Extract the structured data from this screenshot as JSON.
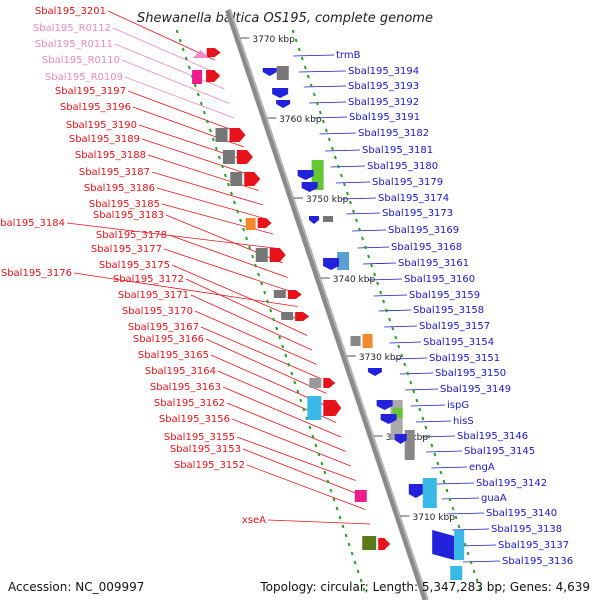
{
  "title": "Shewanella baltica OS195, complete genome",
  "footer": {
    "accession": "Accession: NC_009997",
    "summary": "Topology: circular; Length: 5,347,283 bp; Genes: 4,639"
  },
  "colors": {
    "left_label": "#e8131a",
    "left_label_rna": "#ef88c5",
    "right_label": "#1818c8",
    "backbone": "#8a8a8a",
    "tick": "#2aa02a"
  },
  "ticks": [
    "3770 kbp",
    "3760 kbp",
    "3750 kbp",
    "3740 kbp",
    "3730 kbp",
    "3720 kbp",
    "3710 kbp"
  ],
  "left_labels": [
    {
      "text": "Sbal195_3201",
      "rna": false
    },
    {
      "text": "Sbal195_R0112",
      "rna": true
    },
    {
      "text": "Sbal195_R0111",
      "rna": true
    },
    {
      "text": "Sbal195_R0110",
      "rna": true
    },
    {
      "text": "Sbal195_R0109",
      "rna": true
    },
    {
      "text": "Sbal195_3197",
      "rna": false
    },
    {
      "text": "Sbal195_3196",
      "rna": false
    },
    {
      "text": "Sbal195_3190",
      "rna": false
    },
    {
      "text": "Sbal195_3189",
      "rna": false
    },
    {
      "text": "Sbal195_3188",
      "rna": false
    },
    {
      "text": "Sbal195_3187",
      "rna": false
    },
    {
      "text": "Sbal195_3186",
      "rna": false
    },
    {
      "text": "Sbal195_3185",
      "rna": false
    },
    {
      "text": "Sbal195_3184",
      "rna": false
    },
    {
      "text": "Sbal195_3183",
      "rna": false
    },
    {
      "text": "Sbal195_3178",
      "rna": false
    },
    {
      "text": "Sbal195_3177",
      "rna": false
    },
    {
      "text": "Sbal195_3176",
      "rna": false
    },
    {
      "text": "Sbal195_3175",
      "rna": false
    },
    {
      "text": "Sbal195_3172",
      "rna": false
    },
    {
      "text": "Sbal195_3171",
      "rna": false
    },
    {
      "text": "Sbal195_3170",
      "rna": false
    },
    {
      "text": "Sbal195_3167",
      "rna": false
    },
    {
      "text": "Sbal195_3166",
      "rna": false
    },
    {
      "text": "Sbal195_3165",
      "rna": false
    },
    {
      "text": "Sbal195_3164",
      "rna": false
    },
    {
      "text": "Sbal195_3163",
      "rna": false
    },
    {
      "text": "Sbal195_3162",
      "rna": false
    },
    {
      "text": "Sbal195_3156",
      "rna": false
    },
    {
      "text": "Sbal195_3155",
      "rna": false
    },
    {
      "text": "Sbal195_3153",
      "rna": false
    },
    {
      "text": "Sbal195_3152",
      "rna": false
    },
    {
      "text": "xseA",
      "rna": false
    }
  ],
  "right_labels": [
    "trmB",
    "Sbal195_3194",
    "Sbal195_3193",
    "Sbal195_3192",
    "Sbal195_3191",
    "Sbal195_3182",
    "Sbal195_3181",
    "Sbal195_3180",
    "Sbal195_3179",
    "Sbal195_3174",
    "Sbal195_3173",
    "Sbal195_3169",
    "Sbal195_3168",
    "Sbal195_3161",
    "Sbal195_3160",
    "Sbal195_3159",
    "Sbal195_3158",
    "Sbal195_3157",
    "Sbal195_3154",
    "Sbal195_3151",
    "Sbal195_3150",
    "Sbal195_3149",
    "ispG",
    "hisS",
    "Sbal195_3146",
    "Sbal195_3145",
    "engA",
    "Sbal195_3142",
    "guaA",
    "Sbal195_3140",
    "Sbal195_3138",
    "Sbal195_3137",
    "Sbal195_3136"
  ]
}
